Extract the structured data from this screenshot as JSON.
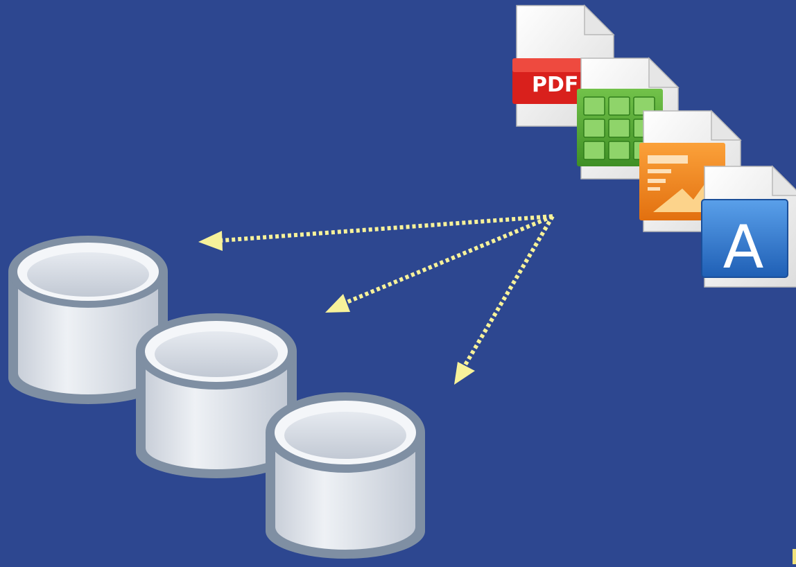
{
  "colors": {
    "background": "#2d4790",
    "arrow": "#f7f29a",
    "db_rim": "#7f8fa3",
    "db_body": "#dfe3ea",
    "pdf_red": "#d9201c",
    "sheet_green": "#58ac36",
    "chart_orange": "#f28a1c",
    "text_blue": "#2f7ad0"
  },
  "documents": [
    {
      "name": "pdf-document-icon",
      "label": "PDF"
    },
    {
      "name": "spreadsheet-document-icon",
      "label": ""
    },
    {
      "name": "presentation-document-icon",
      "label": ""
    },
    {
      "name": "text-document-icon",
      "label": "A"
    }
  ],
  "databases": [
    {
      "name": "database-icon-1"
    },
    {
      "name": "database-icon-2"
    },
    {
      "name": "database-icon-3"
    }
  ],
  "arrows": [
    {
      "from": "documents",
      "to": "database-icon-1",
      "style": "dotted"
    },
    {
      "from": "documents",
      "to": "database-icon-2",
      "style": "dotted"
    },
    {
      "from": "documents",
      "to": "database-icon-3",
      "style": "dotted"
    }
  ]
}
